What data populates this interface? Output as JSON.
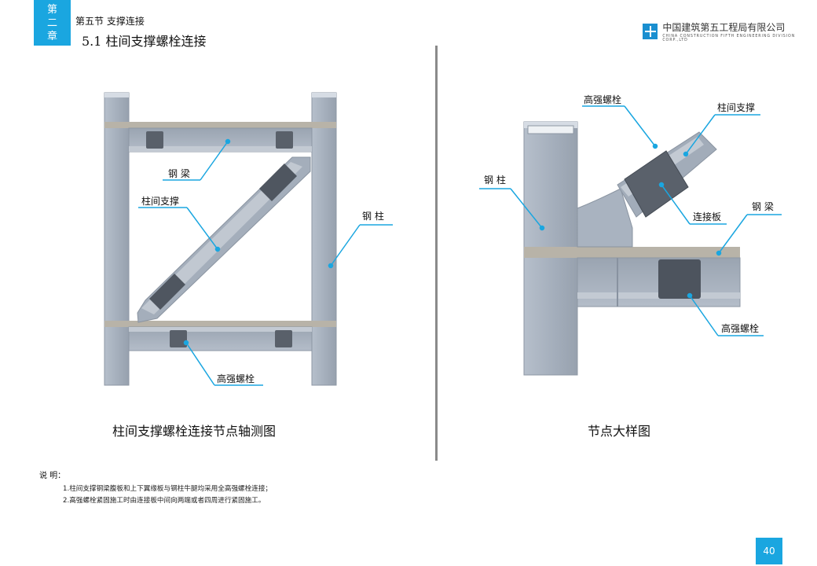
{
  "header": {
    "chapter_line1": "第",
    "chapter_line2": "二",
    "chapter_line3": "章",
    "section": "第五节  支撑连接",
    "subtitle": "5.1  柱间支撑螺栓连接"
  },
  "logo": {
    "name_cn": "中国建筑第五工程局有限公司",
    "name_en": "CHINA CONSTRUCTION FIFTH ENGINEERING DIVISION CORP.,LTD"
  },
  "left_figure": {
    "labels": {
      "steel_beam": "钢  梁",
      "bracing": "柱间支撑",
      "steel_column": "钢  柱",
      "bolts": "高强螺栓"
    },
    "caption": "柱间支撑螺栓连接节点轴测图"
  },
  "right_figure": {
    "labels": {
      "bolts_top": "高强螺栓",
      "bracing": "柱间支撑",
      "steel_column": "钢  柱",
      "steel_beam": "钢  梁",
      "connection_plate": "连接板",
      "bolts_bottom": "高强螺栓"
    },
    "caption": "节点大样图"
  },
  "notes": {
    "heading": "说  明：",
    "items": [
      "1.柱间支撑钢梁腹板和上下翼缘板与钢柱牛腿均采用全高强螺栓连接；",
      "2.高强螺栓紧固施工时由连接板中间向两端或者四周进行紧固施工。"
    ]
  },
  "page_number": "40",
  "colors": {
    "accent": "#1aa6e0",
    "steel": "#a8b2bf",
    "leader": "#1aa6e0"
  }
}
